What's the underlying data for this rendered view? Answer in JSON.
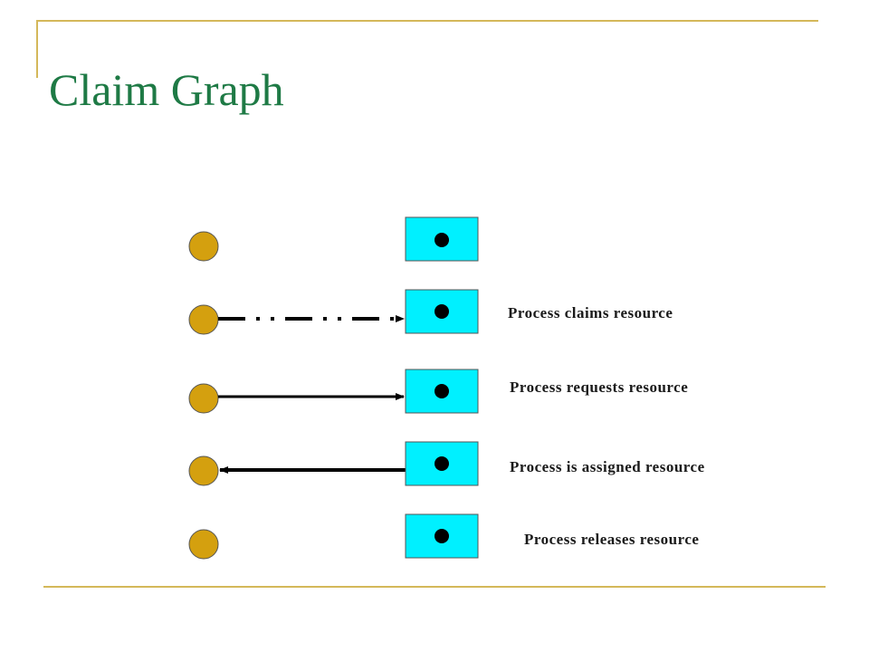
{
  "slide": {
    "title": "Claim Graph"
  },
  "legend": {
    "rows": [
      {
        "id": "empty",
        "edge": "none",
        "label": ""
      },
      {
        "id": "claims",
        "edge": "claim",
        "label": "Process claims resource"
      },
      {
        "id": "requests",
        "edge": "request",
        "label": "Process requests resource"
      },
      {
        "id": "assigned",
        "edge": "assignment",
        "label": "Process is assigned resource"
      },
      {
        "id": "releases",
        "edge": "none",
        "label": "Process releases resource"
      }
    ]
  },
  "colors": {
    "title": "#1e7a45",
    "frame": "#d4b85a",
    "process_node_fill": "#d4a00f",
    "resource_node_fill": "#00f0ff",
    "edge": "#000000"
  }
}
